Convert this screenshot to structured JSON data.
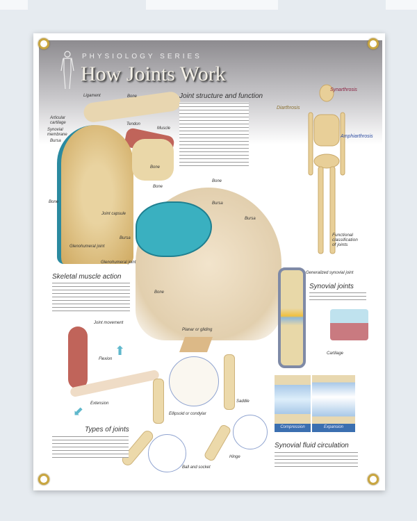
{
  "header": {
    "series": "PHYSIOLOGY SERIES",
    "title": "How Joints Work"
  },
  "sections": {
    "joint_structure": "Joint structure and function",
    "skeletal_muscle": "Skeletal muscle action",
    "types_of_joints": "Types of joints",
    "generalized_synovial": "Generalized synovial joint",
    "synovial_joints": "Synovial joints",
    "synovial_fluid": "Synovial fluid circulation",
    "functional_classification": "Functional classification of joints"
  },
  "shoulder_labels": {
    "ligament": "Ligament",
    "articular_cartilage": "Articular cartilage",
    "synovial_membrane": "Synovial membrane",
    "bursa": "Bursa",
    "bone_top": "Bone",
    "tendon": "Tendon",
    "muscle": "Muscle",
    "bone_scapula": "Bone",
    "bone_humerus": "Bone",
    "joint_capsule": "Joint capsule",
    "bursa_lower": "Bursa",
    "glenohumeral": "Glenohumeral joint",
    "glenohumeral_2": "Glenohumeral joint",
    "bone_right": "Bone",
    "bone_right2": "Bone",
    "bursa_right": "Bursa",
    "bursa_right2": "Bursa",
    "bone_lower": "Bone"
  },
  "skeleton_labels": {
    "synarthrosis": "Synarthrosis",
    "diarthrosis": "Diarthrosis",
    "amphiarthrosis": "Amphiarthrosis"
  },
  "movement_labels": {
    "joint_movement": "Joint movement",
    "flexion": "Flexion",
    "extension": "Extension",
    "planar": "Planar or gliding"
  },
  "joint_types": {
    "saddle": "Saddle",
    "ellipsoid": "Ellipsoid or condylar",
    "hinge": "Hinge",
    "ball_socket": "Ball and socket"
  },
  "cartilage": {
    "label": "Cartilage"
  },
  "fluid_panels": {
    "compression": "Compression",
    "expansion": "Expansion"
  },
  "colors": {
    "accent_blue": "#3b6fb0",
    "synovial_teal": "#2a8aa0",
    "bone": "#ecd9aa",
    "muscle": "#c0645a",
    "grommet": "#c9a640"
  }
}
